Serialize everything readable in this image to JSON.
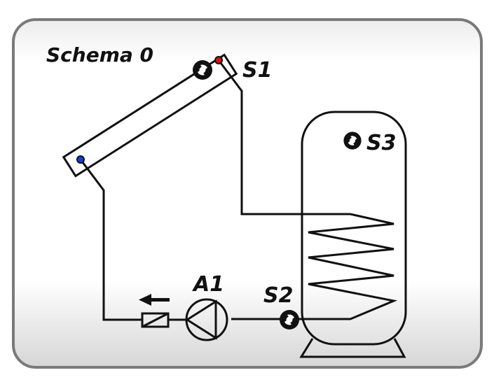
{
  "title": "Schema 0",
  "labels": {
    "collector_sensor": "S1",
    "tank_bottom_sensor": "S2",
    "tank_top_sensor": "S3",
    "pump": "A1"
  },
  "colors": {
    "frame": "#7a7a7a",
    "hot_port": "#e01010",
    "cold_port": "#1040e0",
    "line": "#111111"
  },
  "icons": {
    "sensor": "temperature-sensor-icon",
    "pump": "pump-icon",
    "valve": "check-valve-icon",
    "flow": "flow-direction-arrow-icon"
  }
}
